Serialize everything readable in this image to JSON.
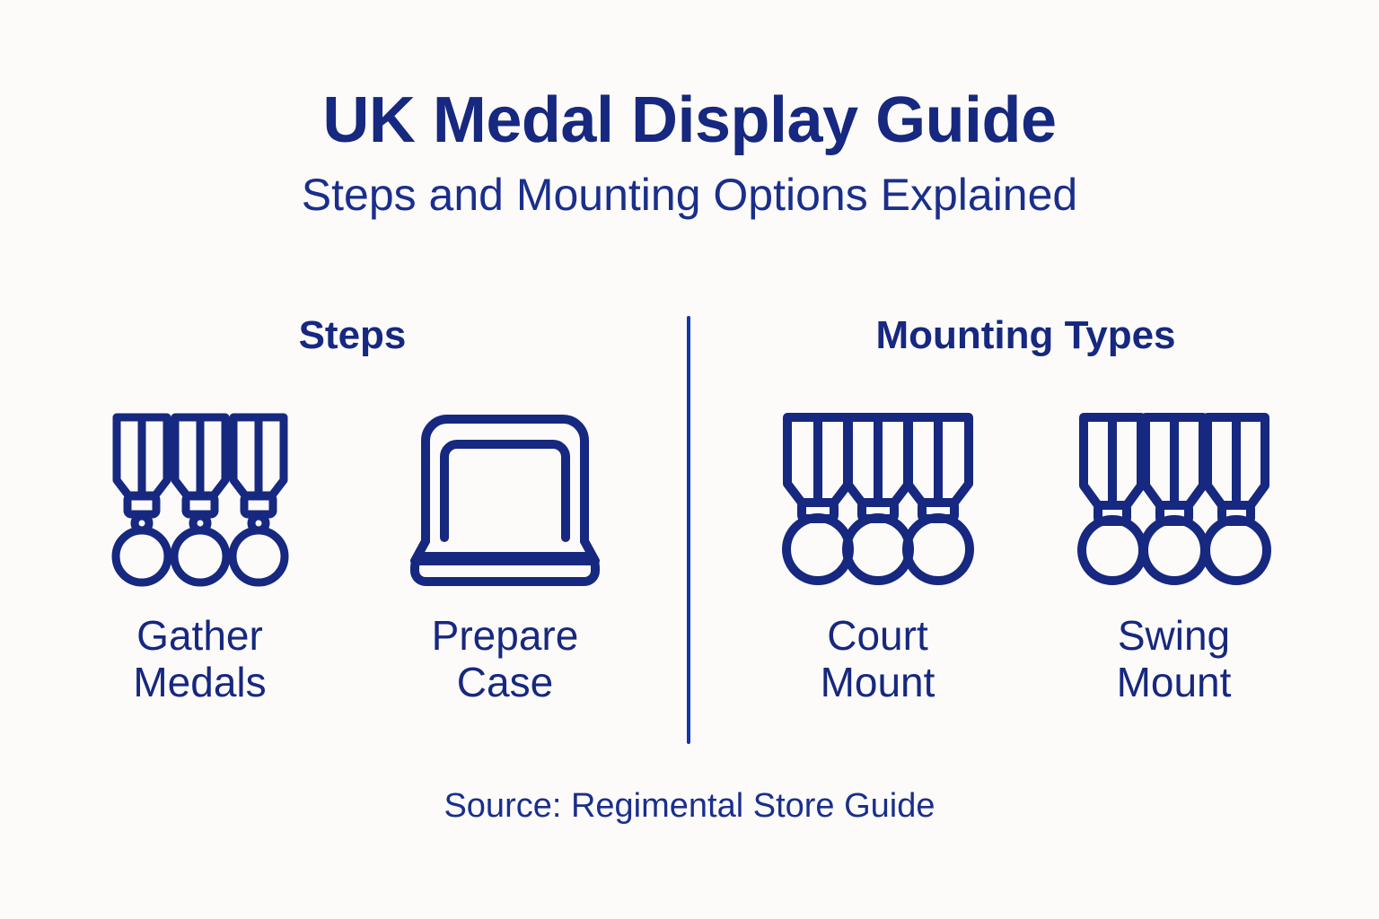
{
  "meta": {
    "background_color": "#fdfbfa",
    "primary_color": "#16287f",
    "accent_color": "#1436ad"
  },
  "header": {
    "title": "UK Medal Display Guide",
    "subtitle": "Steps and Mounting Options Explained"
  },
  "panels": {
    "left": {
      "heading": "Steps",
      "items": [
        {
          "label": "Gather\nMedals",
          "icon": "three-medals-icon"
        },
        {
          "label": "Prepare\nCase",
          "icon": "display-case-icon"
        }
      ]
    },
    "right": {
      "heading": "Mounting Types",
      "items": [
        {
          "label": "Court\nMount",
          "icon": "court-mount-medals-icon"
        },
        {
          "label": "Swing\nMount",
          "icon": "swing-mount-medals-icon"
        }
      ]
    }
  },
  "footer": {
    "source": "Source: Regimental Store Guide"
  }
}
